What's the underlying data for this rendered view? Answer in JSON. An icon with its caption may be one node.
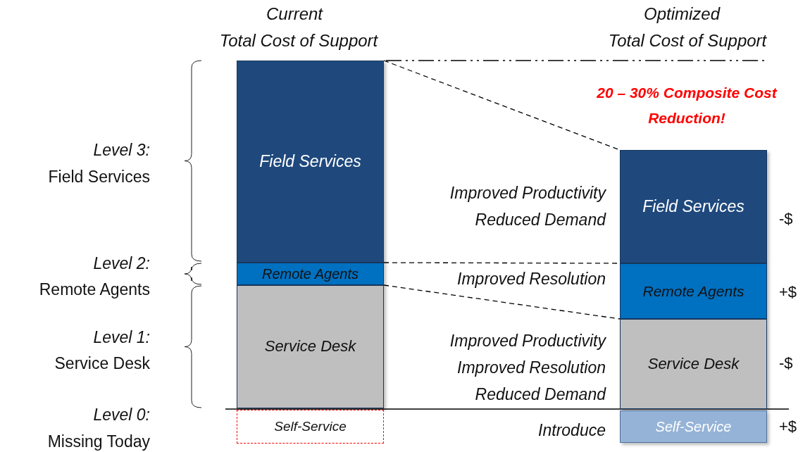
{
  "diagram": {
    "nodes": [
      {
        "text": [
          "Field Services"
        ]
      },
      {
        "text": [
          "Remote Agents"
        ]
      },
      {
        "text": [
          "Service Desk"
        ]
      },
      {
        "text": [
          "Self-Service"
        ]
      },
      {
        "text": [
          "Field Services"
        ]
      },
      {
        "text": [
          "Remote Agents"
        ]
      },
      {
        "text": [
          "Service Desk"
        ]
      },
      {
        "text": [
          "Self-Service"
        ]
      }
    ],
    "edges": [
      {
        "from": 0,
        "to": 4,
        "arrow": "none",
        "style": "dashed"
      },
      {
        "from": 1,
        "to": 5,
        "arrow": "none",
        "style": "dashed"
      },
      {
        "from": 2,
        "to": 6,
        "arrow": "none",
        "style": "dashed"
      }
    ],
    "labels": [
      "Current",
      "Total Cost of Support",
      "Optimized",
      "Total Cost of Support",
      "20 – 30% Composite Cost Reduction!",
      "Level 3:",
      "Field Services",
      "Level 2:",
      "Remote Agents",
      "Level 1:",
      "Service Desk",
      "Level 0:",
      "Missing Today",
      "Improved Productivity",
      "Reduced Demand",
      "Improved Resolution",
      "Improved Productivity",
      "Improved Resolution",
      "Reduced Demand",
      "Introduce",
      "-$",
      "+$",
      "-$",
      "+$"
    ]
  }
}
